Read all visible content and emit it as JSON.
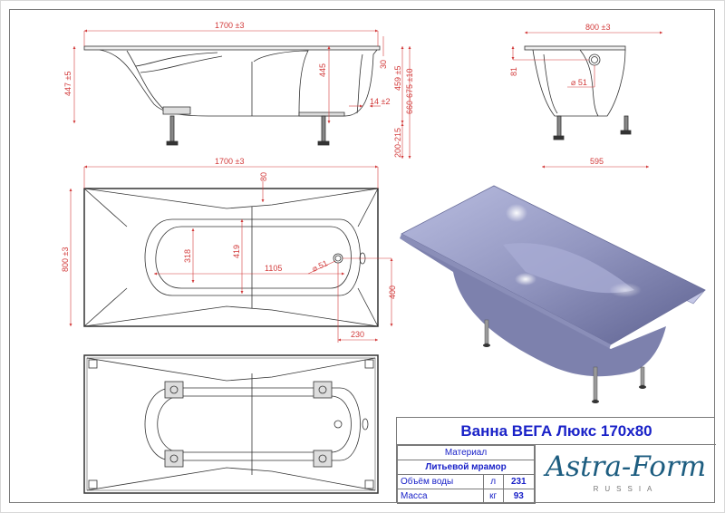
{
  "title_block": {
    "product_title": "Ванна ВЕГА Люкс 170х80",
    "rows": [
      {
        "label": "Материал"
      },
      {
        "value": "Литьевой мрамор"
      },
      {
        "label": "Объём воды",
        "unit": "л",
        "value": "231"
      },
      {
        "label": "Масса",
        "unit": "кг",
        "value": "93"
      }
    ],
    "logo": {
      "brand": "Astra-Form",
      "subtitle": "RUSSIA",
      "color": "#1d5d80"
    }
  },
  "side_view": {
    "length": "1700 ±3",
    "height_total": "447 ±5",
    "depth_inner": "445",
    "rim": "30",
    "height_459": "459 ±5",
    "height_range": "660-675 ±10",
    "wall": "14 ±2",
    "legs": "200-215"
  },
  "end_view": {
    "width": "800 ±3",
    "overflow_height": "81",
    "overflow_diameter": "⌀ 51",
    "legs_span": "595"
  },
  "top_view": {
    "length": "1700 ±3",
    "width": "800 ±3",
    "rim_offset": "80",
    "bottom_width_head": "318",
    "bottom_width_mid": "419",
    "bottom_length": "1105",
    "drain_diameter": "⌀ 51",
    "drain_from_edge": "400",
    "drain_from_end": "230"
  },
  "colors": {
    "dimension": "#d23a3a",
    "title": "#1a22c8",
    "bath_render": "#9ea2c8"
  }
}
